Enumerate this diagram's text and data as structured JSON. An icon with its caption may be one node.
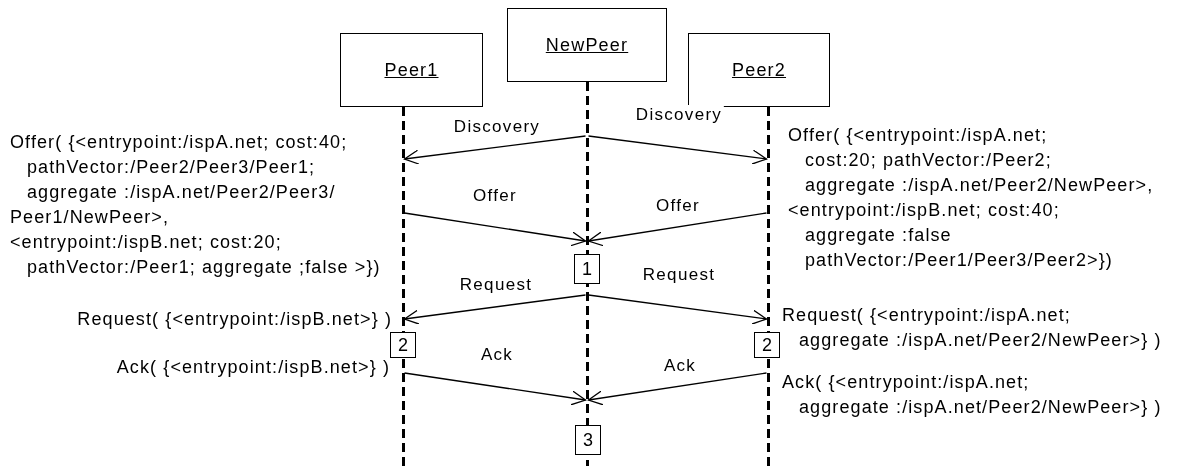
{
  "diagram": {
    "nodes": [
      {
        "text": [
          "Peer1"
        ]
      },
      {
        "text": [
          "NewPeer"
        ]
      },
      {
        "text": [
          "Peer2"
        ]
      },
      {
        "text": [],
        "shape": "line"
      },
      {
        "text": [],
        "shape": "line"
      },
      {
        "text": [],
        "shape": "line"
      },
      {
        "text": [
          "1"
        ]
      },
      {
        "text": [
          "2"
        ]
      },
      {
        "text": [
          "2"
        ]
      },
      {
        "text": [
          "3"
        ]
      }
    ],
    "edges": [
      {
        "from": 4,
        "to": 3,
        "arrow": "to",
        "label": "Discovery"
      },
      {
        "from": 4,
        "to": 5,
        "arrow": "to",
        "label": "Discovery"
      },
      {
        "from": 3,
        "to": 4,
        "arrow": "to",
        "label": "Offer"
      },
      {
        "from": 5,
        "to": 4,
        "arrow": "to",
        "label": "Offer"
      },
      {
        "from": 4,
        "to": 3,
        "arrow": "to",
        "label": "Request"
      },
      {
        "from": 4,
        "to": 5,
        "arrow": "to",
        "label": "Request"
      },
      {
        "from": 3,
        "to": 4,
        "arrow": "to",
        "label": "Ack"
      },
      {
        "from": 5,
        "to": 4,
        "arrow": "to",
        "label": "Ack"
      }
    ],
    "labels": [
      "Offer( {<entrypoint:/ispA.net; cost:40; pathVector:/Peer2/Peer3/Peer1; aggregate :/ispA.net/Peer2/Peer3/ Peer1/NewPeer>, <entrypoint:/ispB.net; cost:20; pathVector:/Peer1; aggregate ;false >})",
      "Offer( {<entrypoint:/ispA.net; cost:20; pathVector:/Peer2; aggregate :/ispA.net/Peer2/NewPeer>, <entrypoint:/ispB.net; cost:40; aggregate :false pathVector:/Peer1/Peer3/Peer2>})",
      "Request( {<entrypoint:/ispB.net>} )",
      "Request( {<entrypoint:/ispA.net; aggregate :/ispA.net/Peer2/NewPeer>} )",
      "Ack( {<entrypoint:/ispB.net>} )",
      "Ack( {<entrypoint:/ispA.net; aggregate :/ispA.net/Peer2/NewPeer>} )"
    ]
  }
}
